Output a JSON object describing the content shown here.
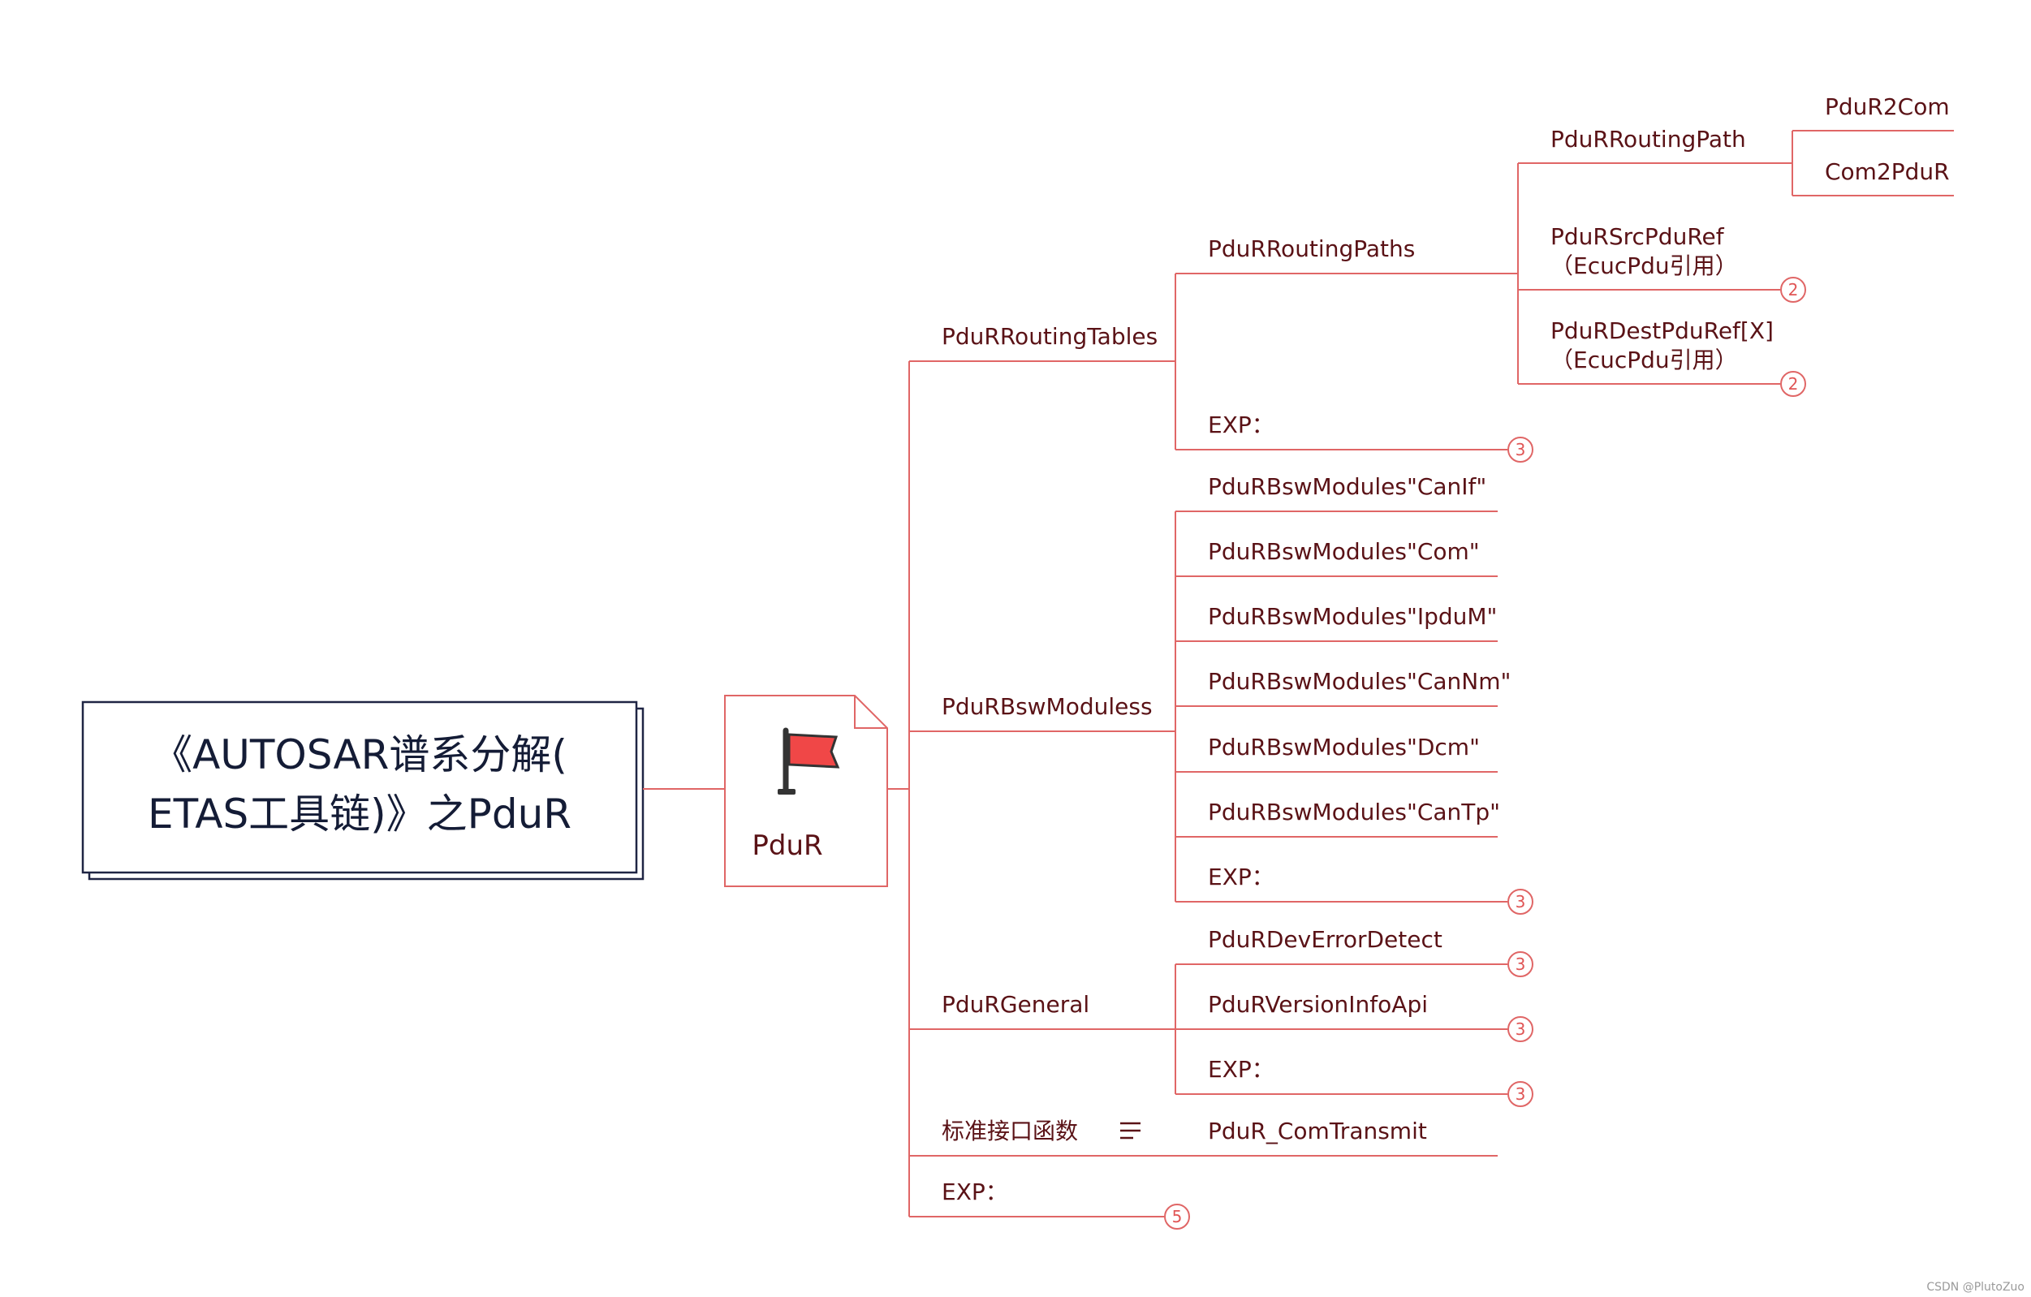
{
  "root": {
    "title_line1": "《AUTOSAR谱系分解(",
    "title_line2": "ETAS工具链)》之PduR"
  },
  "center": {
    "label": "PduR",
    "icon": "red-flag-icon"
  },
  "branches": {
    "routing_tables": {
      "label": "PduRRoutingTables",
      "routing_paths": {
        "label": "PduRRoutingPaths",
        "routing_path": {
          "label": "PduRRoutingPath",
          "children": [
            "PduR2Com",
            "Com2PduR"
          ]
        },
        "src_pdu_ref": {
          "line1": "PduRSrcPduRef",
          "line2": "（EcucPdu引用）",
          "badge": "2"
        },
        "dest_pdu_ref": {
          "line1": "PduRDestPduRef[X]",
          "line2": "（EcucPdu引用）",
          "badge": "2"
        }
      },
      "exp": {
        "label": "EXP：",
        "badge": "3"
      }
    },
    "bsw_modules": {
      "label": "PduRBswModuless",
      "children": [
        "PduRBswModules\"CanIf\"",
        "PduRBswModules\"Com\"",
        "PduRBswModules\"IpduM\"",
        "PduRBswModules\"CanNm\"",
        "PduRBswModules\"Dcm\"",
        "PduRBswModules\"CanTp\""
      ],
      "exp": {
        "label": "EXP：",
        "badge": "3"
      }
    },
    "general": {
      "label": "PduRGeneral",
      "dev_error_detect": {
        "label": "PduRDevErrorDetect",
        "badge": "3"
      },
      "version_info_api": {
        "label": "PduRVersionInfoApi",
        "badge": "3"
      },
      "exp": {
        "label": "EXP：",
        "badge": "3"
      }
    },
    "std_interface": {
      "label": "标准接口函数",
      "icon": "notes-icon",
      "child": "PduR_ComTransmit"
    },
    "exp": {
      "label": "EXP：",
      "badge": "5"
    }
  },
  "watermark": "CSDN @PlutoZuo",
  "colors": {
    "line": "#e06666",
    "text": "#5a1216",
    "root_border": "#1f2544",
    "flag": "#f04747"
  }
}
